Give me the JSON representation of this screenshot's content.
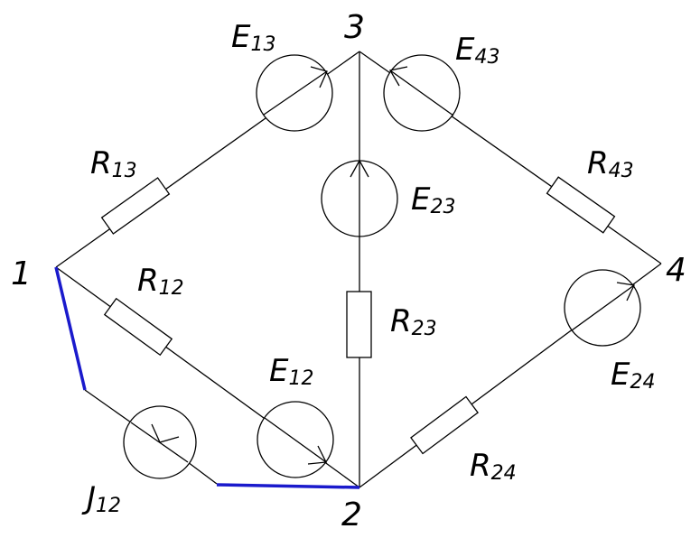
{
  "nodes": {
    "n1": "1",
    "n2": "2",
    "n3": "3",
    "n4": "4"
  },
  "components": {
    "E13": {
      "main": "E",
      "sub": "13"
    },
    "E43": {
      "main": "E",
      "sub": "43"
    },
    "E23": {
      "main": "E",
      "sub": "23"
    },
    "E12": {
      "main": "E",
      "sub": "12"
    },
    "E24": {
      "main": "E",
      "sub": "24"
    },
    "R13": {
      "main": "R",
      "sub": "13"
    },
    "R12": {
      "main": "R",
      "sub": "12"
    },
    "R23": {
      "main": "R",
      "sub": "23"
    },
    "R43": {
      "main": "R",
      "sub": "43"
    },
    "R24": {
      "main": "R",
      "sub": "24"
    },
    "J12": {
      "main": "J",
      "sub": "12"
    }
  },
  "colors": {
    "wire": "#000000",
    "highlight": "#1a1acc",
    "background": "#ffffff"
  }
}
